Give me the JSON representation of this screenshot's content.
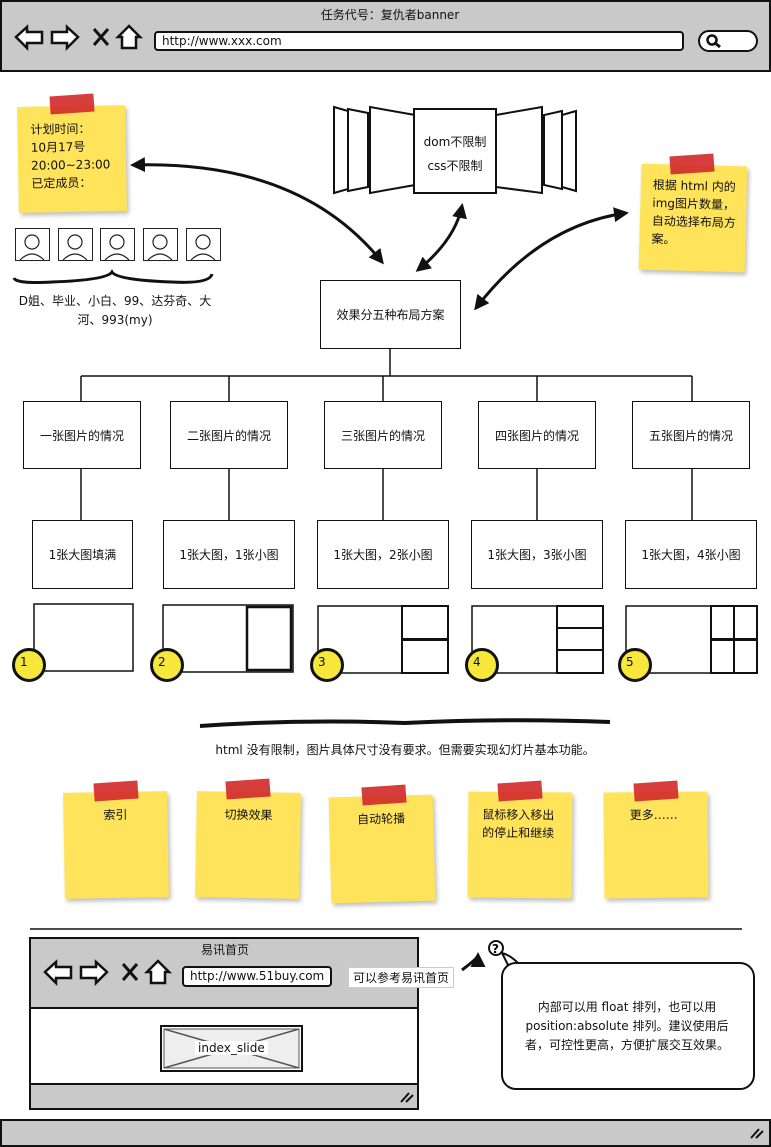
{
  "browser": {
    "title": "任务代号：复仇者banner",
    "url": "http://www.xxx.com"
  },
  "plan_note": {
    "lines": [
      "计划时间：",
      "10月17号",
      "20:00~23:00",
      "已定成员："
    ]
  },
  "members": "D姐、毕业、小白、99、达芬奇、大河、993(my)",
  "dom_note": {
    "line1": "dom不限制",
    "line2": "css不限制"
  },
  "layout_note": "根据 html 内的img图片数量，自动选择布局方案。",
  "root": "效果分五种布局方案",
  "cases": [
    {
      "title": "一张图片的情况",
      "desc": "1张大图填满",
      "num": "1"
    },
    {
      "title": "二张图片的情况",
      "desc": "1张大图，1张小图",
      "num": "2"
    },
    {
      "title": "三张图片的情况",
      "desc": "1张大图，2张小图",
      "num": "3"
    },
    {
      "title": "四张图片的情况",
      "desc": "1张大图，3张小图",
      "num": "4"
    },
    {
      "title": "五张图片的情况",
      "desc": "1张大图，4张小图",
      "num": "5"
    }
  ],
  "requirement": "html 没有限制，图片具体尺寸没有要求。但需要实现幻灯片基本功能。",
  "features": [
    "索引",
    "切换效果",
    "自动轮播",
    "鼠标移入移出的停止和继续",
    "更多……"
  ],
  "reference": {
    "title": "易讯首页",
    "url": "http://www.51buy.com",
    "placeholder": "index_slide",
    "callout": "可以参考易讯首页"
  },
  "tip": "内部可以用 float 排列，也可以用 position:absolute 排列。建议使用后者，可控性更高，方便扩展交互效果。",
  "tip_icon": "question-icon"
}
